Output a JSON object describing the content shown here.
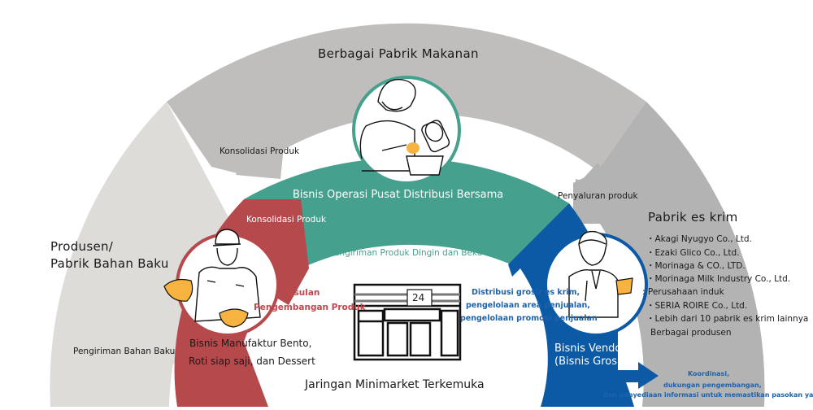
{
  "colors": {
    "outer_light": "#dddcd9",
    "outer_mid": "#bfbebc",
    "outer_dark": "#b3b3b3",
    "teal": "#45a08d",
    "red": "#b5494b",
    "blue": "#0c5aa6",
    "orange": "#f6b33f"
  },
  "labels": {
    "food_factories": "Berbagai Pabrik Makanan",
    "raw_material": [
      "Produsen/",
      "Pabrik Bahan Baku"
    ],
    "ice_cream_factory": "Pabrik es krim",
    "distribution_center": "Bisnis Operasi Pusat Distribusi Bersama",
    "manufacturing": [
      "Bisnis Manufaktur Bento,",
      "Roti siap saji, dan Dessert"
    ],
    "vendor": [
      "Bisnis Vendor",
      "(Bisnis Grosir)"
    ],
    "minimarket": "Jaringan Minimarket Terkemuka",
    "store_number": "24"
  },
  "arrows": {
    "consolidation_outer": "Konsolidasi Produk",
    "product_distribution": "Penyaluran produk",
    "consolidation_inner": "Konsolidasi Produk",
    "cold_frozen_delivery": "Pengiriman Produk Dingin dan Beku",
    "product_dev_proposal": [
      "Usulan",
      "Pengembangan Produk"
    ],
    "raw_material_delivery": "Pengiriman Bahan Baku",
    "wholesale": [
      "Distribusi grosir es krim,",
      "pengelolaan area penjualan,",
      "pengelolaan promosi penjualan"
    ],
    "coordination": [
      "Koordinasi,",
      "dukungan pengembangan,",
      "dan penyediaan informasi untuk memastikan pasokan yang stabil"
    ]
  },
  "ice_cream_makers": {
    "items": [
      "・Akagi Nyugyo Co., Ltd.",
      "・Ezaki Glico Co., Ltd.",
      "・Morinaga & CO., LTD.",
      "・Morinaga Milk Industry Co., Ltd.",
      ": Perusahaan induk",
      "・SERIA ROIRE Co., Ltd.",
      "・Lebih dari 10 pabrik es krim lainnya",
      "  Berbagai produsen"
    ]
  }
}
